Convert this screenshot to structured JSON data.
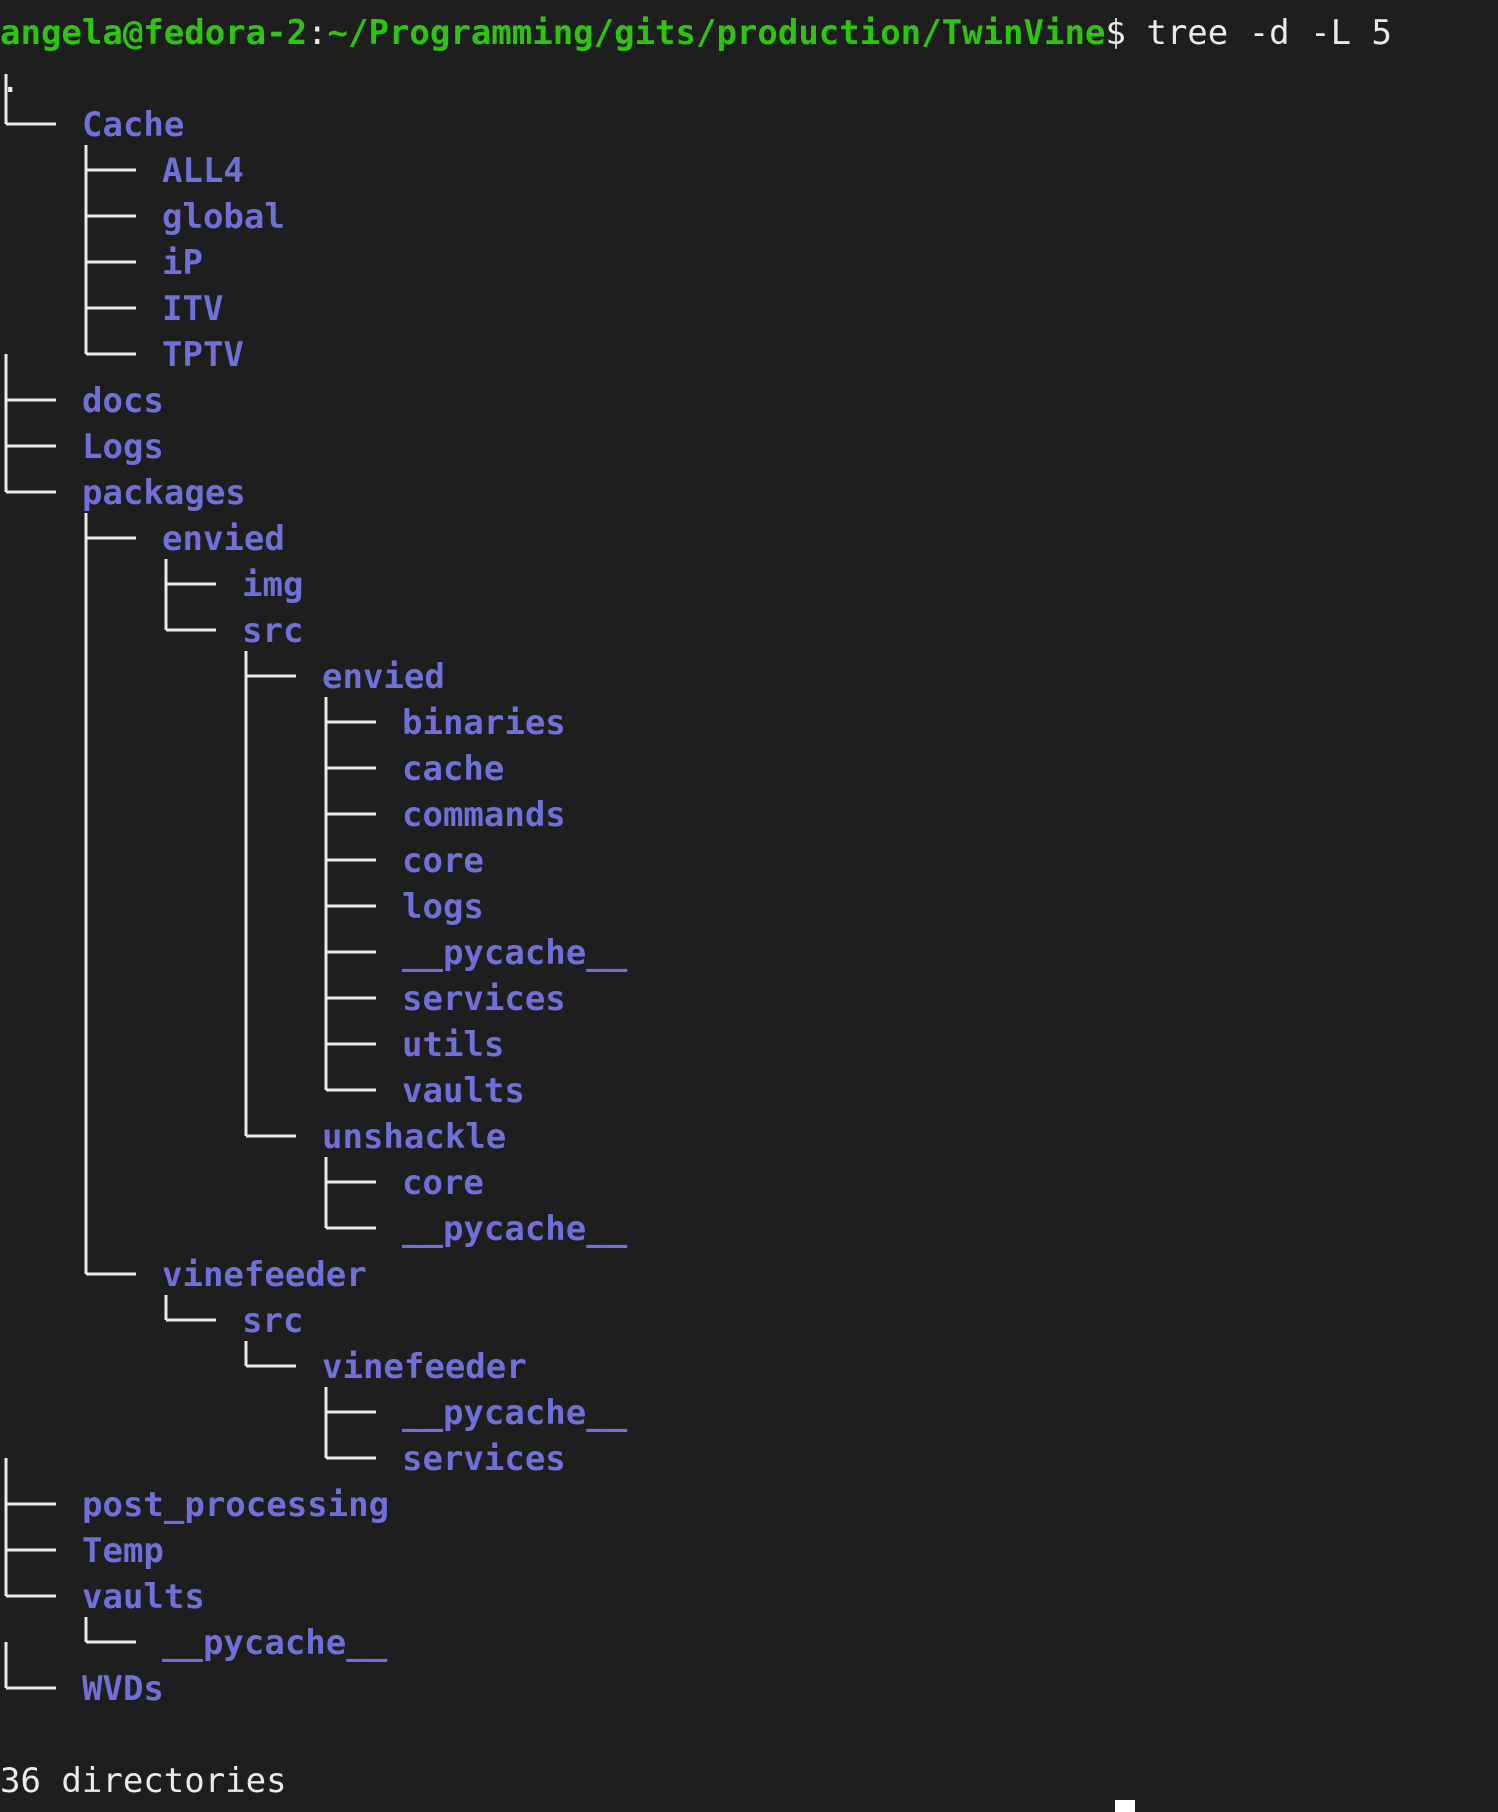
{
  "prompt": {
    "user_host": "angela@fedora-2",
    "separator": ":",
    "path": "~/Programming/gits/production/TwinVine",
    "symbol": "$",
    "command": " tree -d -L 5"
  },
  "root": ".",
  "tree": [
    {
      "name": "Cache",
      "depth": 0
    },
    {
      "name": "ALL4",
      "depth": 1
    },
    {
      "name": "global",
      "depth": 1
    },
    {
      "name": "iP",
      "depth": 1
    },
    {
      "name": "ITV",
      "depth": 1
    },
    {
      "name": "TPTV",
      "depth": 1
    },
    {
      "name": "docs",
      "depth": 0
    },
    {
      "name": "Logs",
      "depth": 0
    },
    {
      "name": "packages",
      "depth": 0
    },
    {
      "name": "envied",
      "depth": 1
    },
    {
      "name": "img",
      "depth": 2
    },
    {
      "name": "src",
      "depth": 2
    },
    {
      "name": "envied",
      "depth": 3
    },
    {
      "name": "binaries",
      "depth": 4
    },
    {
      "name": "cache",
      "depth": 4
    },
    {
      "name": "commands",
      "depth": 4
    },
    {
      "name": "core",
      "depth": 4
    },
    {
      "name": "logs",
      "depth": 4
    },
    {
      "name": "__pycache__",
      "depth": 4
    },
    {
      "name": "services",
      "depth": 4
    },
    {
      "name": "utils",
      "depth": 4
    },
    {
      "name": "vaults",
      "depth": 4
    },
    {
      "name": "unshackle",
      "depth": 3
    },
    {
      "name": "core",
      "depth": 4
    },
    {
      "name": "__pycache__",
      "depth": 4
    },
    {
      "name": "vinefeeder",
      "depth": 1
    },
    {
      "name": "src",
      "depth": 2
    },
    {
      "name": "vinefeeder",
      "depth": 3
    },
    {
      "name": "__pycache__",
      "depth": 4
    },
    {
      "name": "services",
      "depth": 4
    },
    {
      "name": "post_processing",
      "depth": 0
    },
    {
      "name": "Temp",
      "depth": 0
    },
    {
      "name": "vaults",
      "depth": 0
    },
    {
      "name": "__pycache__",
      "depth": 1
    },
    {
      "name": "WVDs",
      "depth": 0
    }
  ],
  "summary": "36 directories",
  "colors": {
    "background": "#1e1e1e",
    "prompt_green": "#2ec40f",
    "directory_blue": "#7070d8",
    "text_white": "#ebebeb"
  }
}
